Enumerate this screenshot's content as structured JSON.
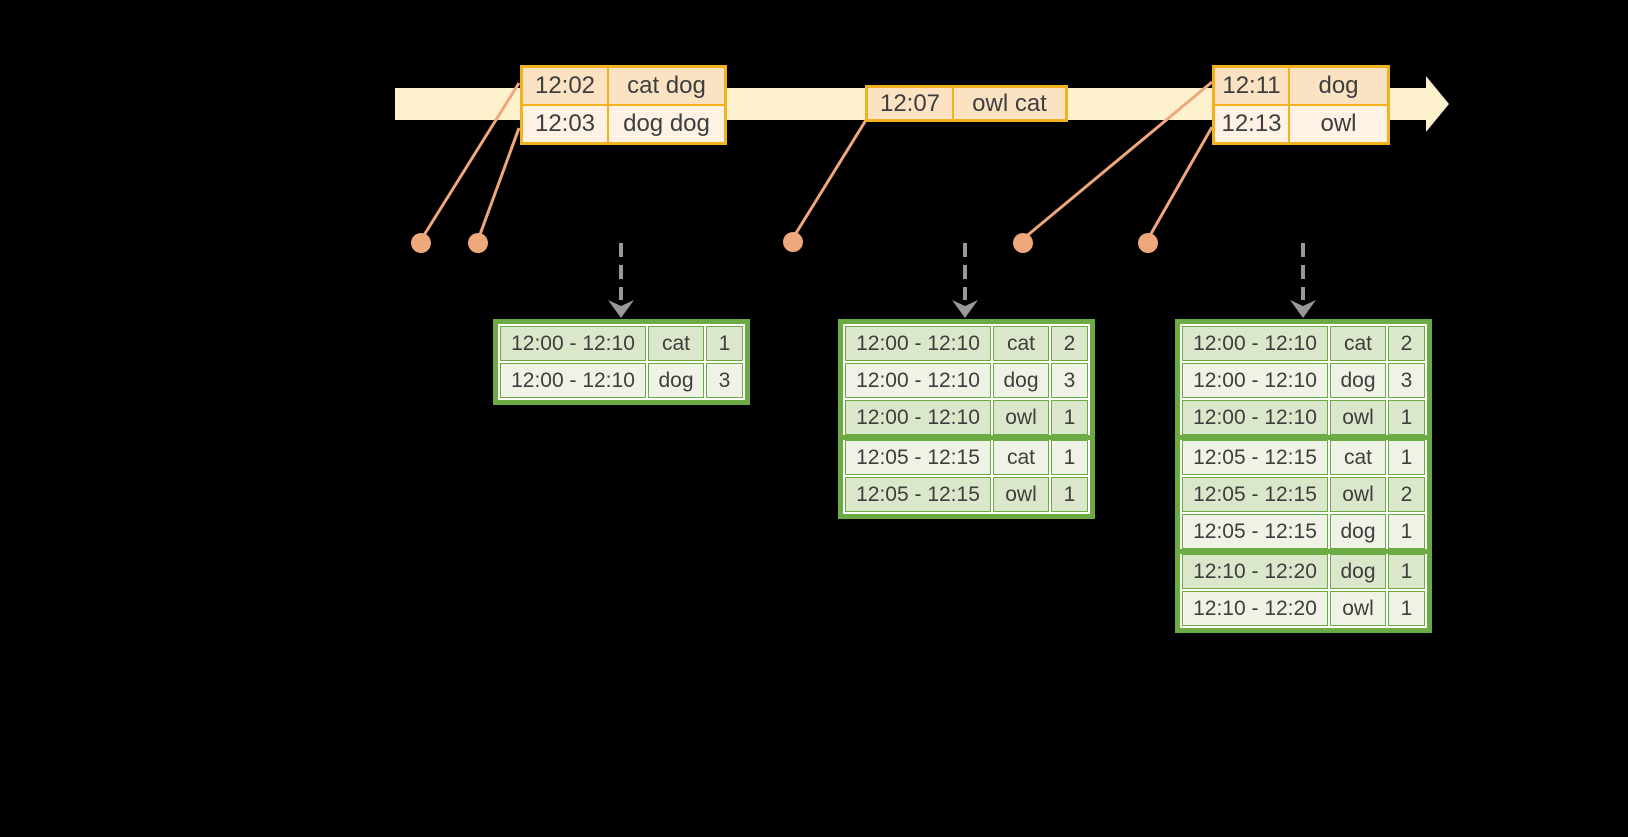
{
  "colors": {
    "background": "#000000",
    "band": "#fdf2cd",
    "amber": "#f2b11f",
    "event-dark": "#fae2c2",
    "event-light": "#fdf2e3",
    "green": "#6caa43",
    "sage": "#dbe7ca",
    "light-green": "#eef3e6",
    "salmon": "#efa77c",
    "gray": "#999999",
    "text": "#3e3e3e"
  },
  "icons": {
    "timeline-arrowhead": "triangle-right",
    "trigger-arrowhead": "chevron-down",
    "event-dot": "circle"
  },
  "event_tables": [
    {
      "rows": [
        {
          "time": "12:02",
          "words": "cat dog"
        },
        {
          "time": "12:03",
          "words": "dog dog"
        }
      ]
    },
    {
      "rows": [
        {
          "time": "12:07",
          "words": "owl cat"
        }
      ]
    },
    {
      "rows": [
        {
          "time": "12:11",
          "words": "dog"
        },
        {
          "time": "12:13",
          "words": "owl"
        }
      ]
    }
  ],
  "result_tables": [
    {
      "rows": [
        {
          "window": "12:00 - 12:10",
          "word": "cat",
          "count": "1"
        },
        {
          "window": "12:00 - 12:10",
          "word": "dog",
          "count": "3"
        }
      ]
    },
    {
      "rows": [
        {
          "window": "12:00 - 12:10",
          "word": "cat",
          "count": "2"
        },
        {
          "window": "12:00 - 12:10",
          "word": "dog",
          "count": "3"
        },
        {
          "window": "12:00 - 12:10",
          "word": "owl",
          "count": "1"
        },
        {
          "window": "12:05 - 12:15",
          "word": "cat",
          "count": "1"
        },
        {
          "window": "12:05 - 12:15",
          "word": "owl",
          "count": "1"
        }
      ]
    },
    {
      "rows": [
        {
          "window": "12:00 - 12:10",
          "word": "cat",
          "count": "2"
        },
        {
          "window": "12:00 - 12:10",
          "word": "dog",
          "count": "3"
        },
        {
          "window": "12:00 - 12:10",
          "word": "owl",
          "count": "1"
        },
        {
          "window": "12:05 - 12:15",
          "word": "cat",
          "count": "1"
        },
        {
          "window": "12:05 - 12:15",
          "word": "owl",
          "count": "2"
        },
        {
          "window": "12:05 - 12:15",
          "word": "dog",
          "count": "1"
        },
        {
          "window": "12:10 - 12:20",
          "word": "dog",
          "count": "1"
        },
        {
          "window": "12:10 - 12:20",
          "word": "owl",
          "count": "1"
        }
      ]
    }
  ]
}
